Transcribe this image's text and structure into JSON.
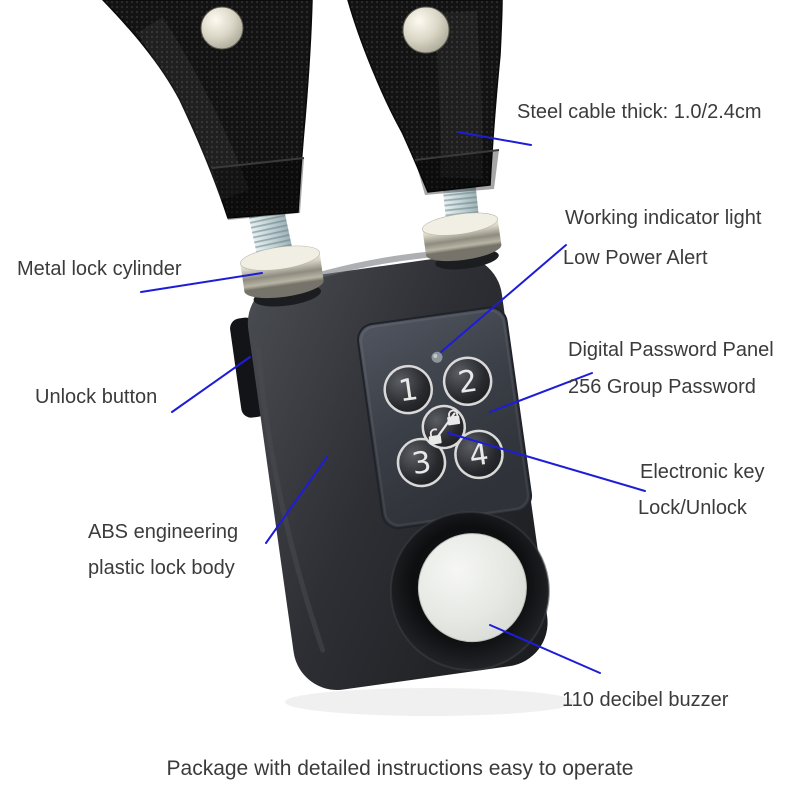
{
  "page": {
    "background": "#ffffff"
  },
  "product": {
    "name": "keypad-alarm-cable-lock-photo",
    "keypad": {
      "digits": [
        "1",
        "2",
        "3",
        "4"
      ]
    }
  },
  "annotations": {
    "steel_cable": "Steel cable thick: 1.0/2.4cm",
    "working_indicator": "Working indicator light",
    "low_power": "Low Power Alert",
    "metal_cylinder": "Metal lock cylinder",
    "digital_panel": "Digital Password Panel",
    "group_password": "256 Group Password",
    "unlock_button": "Unlock button",
    "electronic_key": "Electronic key",
    "lock_unlock": "Lock/Unlock",
    "abs_line1": "ABS engineering",
    "abs_line2": "plastic lock body",
    "buzzer": "110 decibel buzzer",
    "footer": "Package with detailed instructions easy to operate"
  },
  "colors": {
    "annotation_line": "#1d1dd8",
    "label_text": "#3b3b3b",
    "lock_body": "#2e2f34",
    "keypad_panel": "#3a3e46",
    "buzzer_disc": "#e6e8e4",
    "metal": "#d8d5c6"
  }
}
